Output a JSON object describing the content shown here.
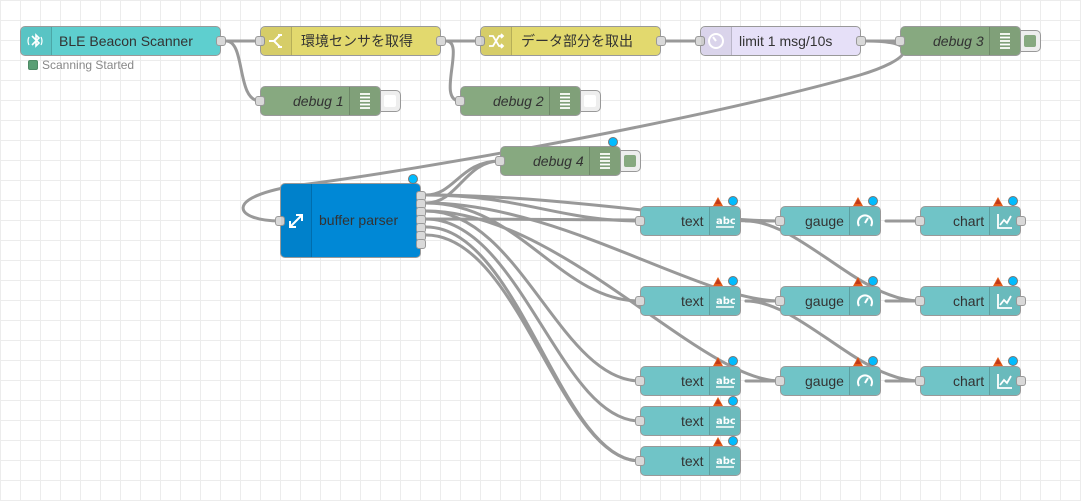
{
  "colors": {
    "ble": "#5ecfcf",
    "func": "#e2d96e",
    "delay": "#e6e0f8",
    "debug": "#87a980",
    "parser": "#0088d6",
    "ui": "#70c4c7",
    "wire": "#999999",
    "changed": "#00bcff",
    "warning": "#e45c1a"
  },
  "status": {
    "text": "Scanning Started"
  },
  "nodes": {
    "ble": {
      "label": "BLE Beacon Scanner",
      "icon": "bluetooth-icon"
    },
    "env": {
      "label": "環境センサを取得",
      "icon": "switch-icon"
    },
    "extract": {
      "label": "データ部分を取出",
      "icon": "change-icon"
    },
    "limit": {
      "label": "limit 1 msg/10s",
      "icon": "timer-icon"
    },
    "debug1": {
      "label": "debug 1",
      "icon": "debug-icon"
    },
    "debug2": {
      "label": "debug 2",
      "icon": "debug-icon"
    },
    "debug3": {
      "label": "debug 3",
      "icon": "debug-icon"
    },
    "debug4": {
      "label": "debug 4",
      "icon": "debug-icon"
    },
    "parser": {
      "label": "buffer parser",
      "icon": "resize-icon"
    },
    "text1": {
      "label": "text",
      "icon": "abc-icon"
    },
    "text2": {
      "label": "text",
      "icon": "abc-icon"
    },
    "text3": {
      "label": "text",
      "icon": "abc-icon"
    },
    "text4": {
      "label": "text",
      "icon": "abc-icon"
    },
    "text5": {
      "label": "text",
      "icon": "abc-icon"
    },
    "gauge1": {
      "label": "gauge",
      "icon": "gauge-icon"
    },
    "gauge2": {
      "label": "gauge",
      "icon": "gauge-icon"
    },
    "gauge3": {
      "label": "gauge",
      "icon": "gauge-icon"
    },
    "chart1": {
      "label": "chart",
      "icon": "chart-icon"
    },
    "chart2": {
      "label": "chart",
      "icon": "chart-icon"
    },
    "chart3": {
      "label": "chart",
      "icon": "chart-icon"
    }
  }
}
